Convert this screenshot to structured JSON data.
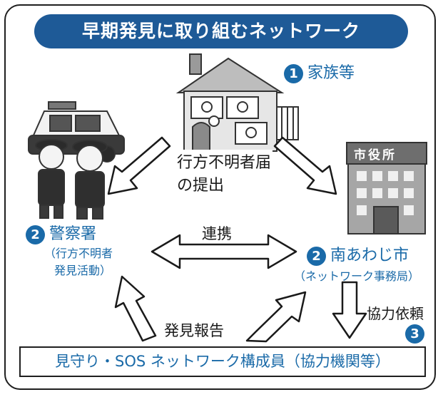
{
  "title": "早期発見に取り組むネットワーク",
  "family": {
    "number": "1",
    "label": "家族等"
  },
  "police": {
    "number": "2",
    "label": "警察署",
    "sub1": "（行方不明者",
    "sub2": "発見活動）"
  },
  "city": {
    "number": "2",
    "label": "南あわじ市",
    "sub": "（ネットワーク事務局）",
    "sign": "市役所"
  },
  "members": {
    "number": "3",
    "label": "見守り・SOS ネットワーク構成員（協力機関等）"
  },
  "arrows": {
    "report_line1": "行方不明者届",
    "report_line2": "の提出",
    "cooperation": "連携",
    "discovery_report": "発見報告",
    "request": "協力依頼"
  },
  "colors": {
    "title_bg": "#1e5a97",
    "accent": "#1a6aa8"
  }
}
